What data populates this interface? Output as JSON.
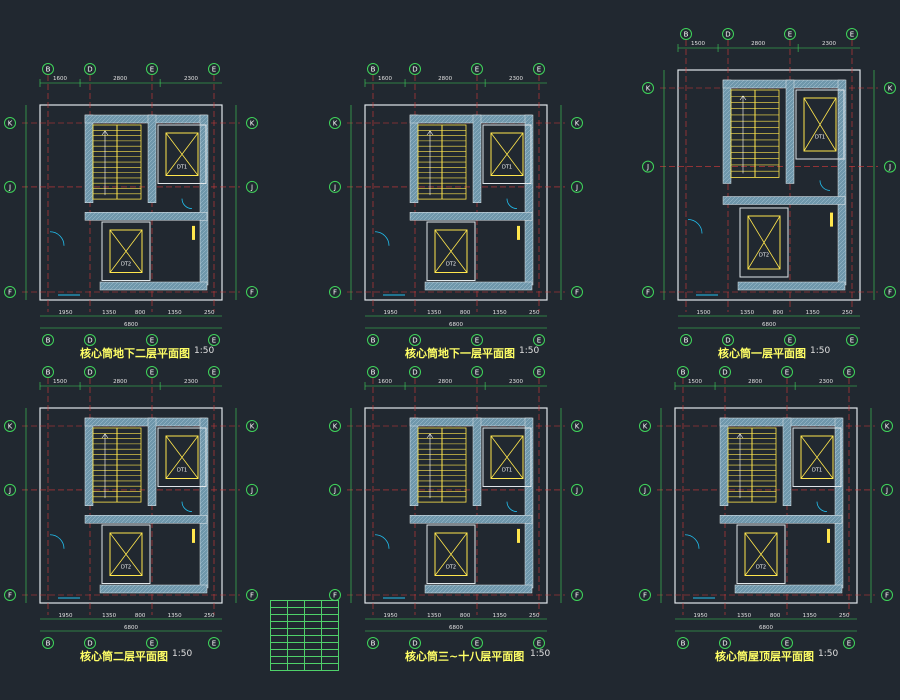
{
  "colors": {
    "background": "#212830",
    "wall_fill": "#7aa3b8",
    "wall_edge": "#e0e6ea",
    "dimension": "#3fd45a",
    "axis_bubble": "#3fd45a",
    "axis_line": "#d63a3a",
    "stair": "#ffe64d",
    "elevator": "#ffe64d",
    "door": "#22c0f0",
    "title": "#ffff66"
  },
  "panels": [
    {
      "title": "核心筒地下二层平面图",
      "scale": "1:50",
      "top_dims": [
        "1600",
        "2800",
        "2300"
      ],
      "bottom_dims": [
        "1950",
        "1350",
        "800",
        "1350",
        "250"
      ],
      "bottom_total": "6800"
    },
    {
      "title": "核心筒地下一层平面图",
      "scale": "1:50",
      "top_dims": [
        "1600",
        "2800",
        "2300"
      ],
      "bottom_dims": [
        "1950",
        "1350",
        "800",
        "1350",
        "250"
      ],
      "bottom_total": "6800"
    },
    {
      "title": "核心筒一层平面图",
      "scale": "1:50",
      "top_dims": [
        "1500",
        "2800",
        "2300"
      ],
      "bottom_dims": [
        "1500",
        "1350",
        "800",
        "1350",
        "250"
      ],
      "bottom_total": "6800"
    },
    {
      "title": "核心筒二层平面图",
      "scale": "1:50",
      "top_dims": [
        "1500",
        "2800",
        "2300"
      ],
      "bottom_dims": [
        "1950",
        "1350",
        "800",
        "1350",
        "250"
      ],
      "bottom_total": "6800"
    },
    {
      "title": "核心筒三~十八层平面图",
      "scale": "1:50",
      "top_dims": [
        "1600",
        "2800",
        "2300"
      ],
      "bottom_dims": [
        "1950",
        "1350",
        "800",
        "1350",
        "250"
      ],
      "bottom_total": "6800"
    },
    {
      "title": "核心筒屋顶层平面图",
      "scale": "1:50",
      "top_dims": [
        "1500",
        "2800",
        "2300"
      ],
      "bottom_dims": [
        "1950",
        "1350",
        "800",
        "1350",
        "250"
      ],
      "bottom_total": "6800"
    }
  ],
  "axis_labels": {
    "left": [
      "K",
      "J",
      "F"
    ],
    "top": [
      "B",
      "D",
      "E",
      "E"
    ]
  },
  "room_labels": {
    "elevator1": "DT1",
    "elevator2": "DT2",
    "stair": "楼梯"
  }
}
